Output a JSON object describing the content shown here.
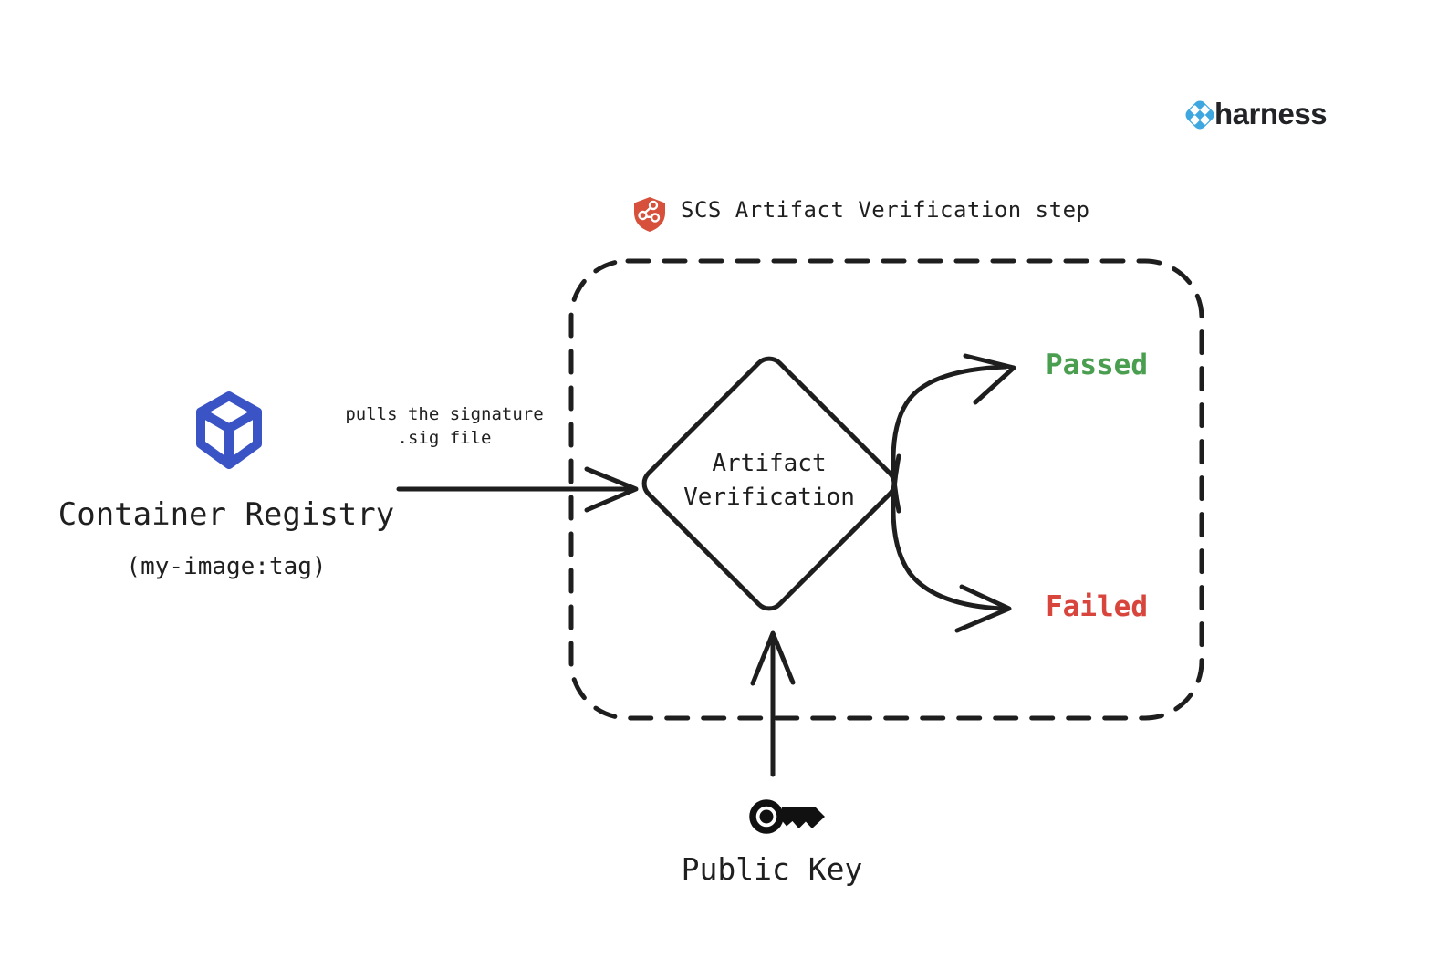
{
  "colors": {
    "stroke": "#1e1e1e",
    "text": "#1f1f1f",
    "registry_blue": "#3a53c5",
    "harness_blue": "#3fa7e0",
    "shield_red": "#d6503b",
    "passed_green": "#4a9e50",
    "failed_red": "#d8453c"
  },
  "brand": {
    "wordmark": "harness",
    "logo_icon": "harness-diamond-icon"
  },
  "header": {
    "icon": "shield-supply-chain-icon",
    "title": "SCS Artifact Verification step"
  },
  "registry": {
    "icon": "container-cube-icon",
    "title": "Container Registry",
    "subtitle": "(my-image:tag)"
  },
  "edge": {
    "label_line1": "pulls the signature",
    "label_line2": ".sig file"
  },
  "decision": {
    "line1": "Artifact",
    "line2": "Verification"
  },
  "outcomes": {
    "passed": "Passed",
    "failed": "Failed"
  },
  "public_key": {
    "icon": "key-icon",
    "label": "Public Key"
  }
}
